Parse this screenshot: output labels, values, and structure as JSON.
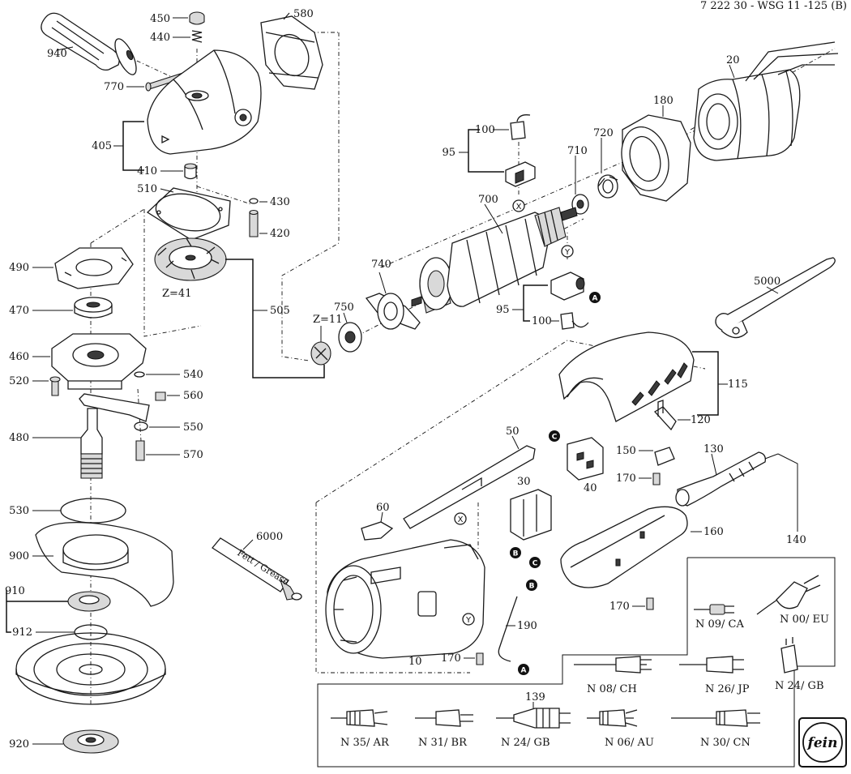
{
  "header": {
    "doc_id": "7 222 30 - WSG 11 -125 (B)"
  },
  "parts": {
    "p20": "20",
    "p180": "180",
    "p720": "720",
    "p710": "710",
    "p100a": "100",
    "p95a": "95",
    "p700": "700",
    "p740": "740",
    "p750": "750",
    "p95b": "95",
    "p100b": "100",
    "p5000": "5000",
    "p115": "115",
    "p120": "120",
    "p150": "150",
    "p170a": "170",
    "p40": "40",
    "p50": "50",
    "p30": "30",
    "p60": "60",
    "p130": "130",
    "p160": "160",
    "p140": "140",
    "p170b": "170",
    "p190": "190",
    "p170c": "170",
    "p10": "10",
    "p6000": "6000",
    "p139": "139",
    "p450": "450",
    "p440": "440",
    "p580": "580",
    "p940": "940",
    "p770": "770",
    "p405": "405",
    "p410": "410",
    "p510": "510",
    "p430": "430",
    "p420": "420",
    "p490": "490",
    "p470": "470",
    "p460": "460",
    "p520": "520",
    "p540": "540",
    "p560": "560",
    "p480": "480",
    "p550": "550",
    "p570": "570",
    "p505": "505",
    "p530": "530",
    "p900": "900",
    "p910": "910",
    "p912": "912",
    "p920": "920",
    "z41": "Z=41",
    "z11": "Z=11"
  },
  "tube_text": "Fett / Grease",
  "markers": {
    "A": "A",
    "B": "B",
    "C": "C",
    "X": "X",
    "Y": "Y"
  },
  "plugs": {
    "n09": "N 09/ CA",
    "n00": "N 00/ EU",
    "n08": "N 08/ CH",
    "n26": "N 26/ JP",
    "n24a": "N 24/ GB",
    "n35": "N 35/ AR",
    "n31": "N 31/ BR",
    "n24b": "N 24/ GB",
    "n06": "N 06/ AU",
    "n30": "N 30/ CN"
  },
  "logo_text": "fein"
}
